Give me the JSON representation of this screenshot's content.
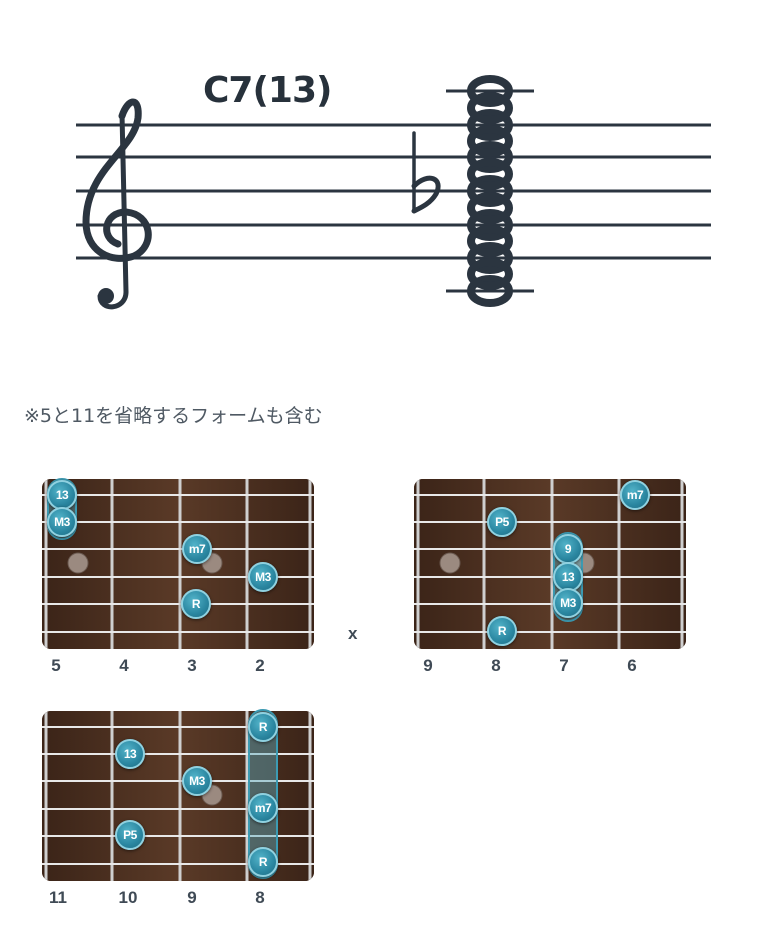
{
  "chord_title": "C7(13)",
  "note": "※5と11を省略するフォームも含む",
  "colors": {
    "ink": "#2b3540",
    "wood": "#4a2f1f",
    "dot": "#2a86a0",
    "marker": "#9b8a80"
  },
  "diagrams": [
    {
      "fret_labels": [
        "5",
        "4",
        "3",
        "2"
      ],
      "mute_label": "x",
      "dots": [
        {
          "label": "13"
        },
        {
          "label": "M3"
        },
        {
          "label": "m7"
        },
        {
          "label": "M3"
        },
        {
          "label": "R"
        }
      ]
    },
    {
      "fret_labels": [
        "9",
        "8",
        "7",
        "6"
      ],
      "dots": [
        {
          "label": "m7"
        },
        {
          "label": "P5"
        },
        {
          "label": "9"
        },
        {
          "label": "13"
        },
        {
          "label": "M3"
        },
        {
          "label": "R"
        }
      ]
    },
    {
      "fret_labels": [
        "11",
        "10",
        "9",
        "8"
      ],
      "dots": [
        {
          "label": "R"
        },
        {
          "label": "13"
        },
        {
          "label": "M3"
        },
        {
          "label": "m7"
        },
        {
          "label": "P5"
        },
        {
          "label": "R"
        }
      ]
    }
  ]
}
